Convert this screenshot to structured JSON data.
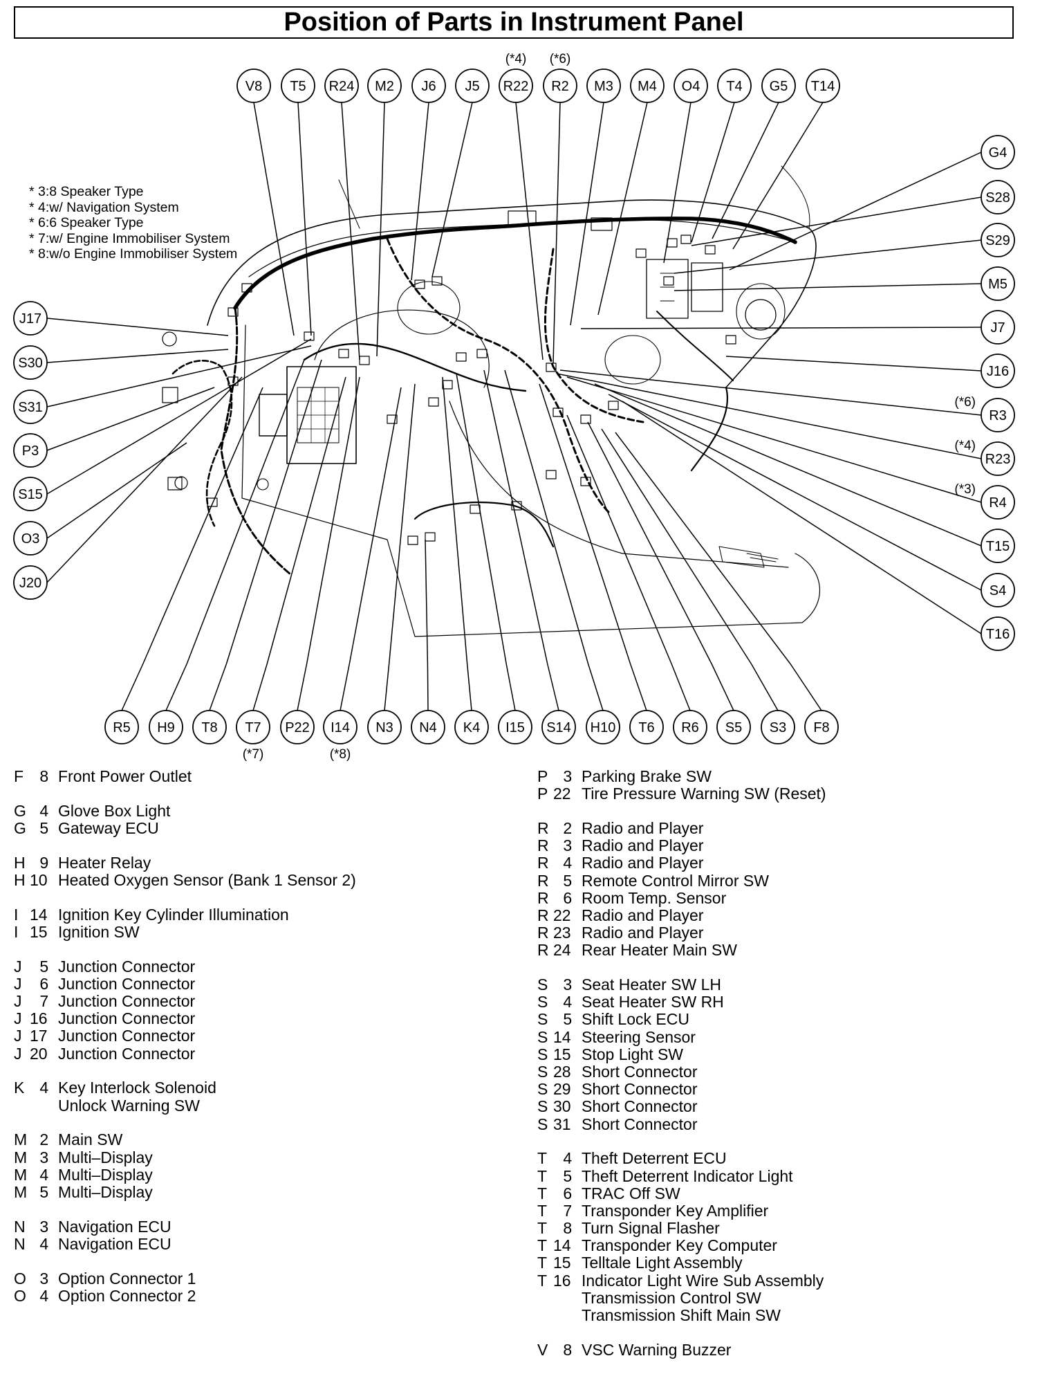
{
  "title": "Position of Parts in Instrument Panel",
  "notes": [
    "* 3:8 Speaker Type",
    "* 4:w/ Navigation System",
    "* 6:6 Speaker Type",
    "* 7:w/ Engine Immobiliser System",
    "* 8:w/o Engine Immobiliser System"
  ],
  "callouts_top": [
    {
      "code": "V8"
    },
    {
      "code": "T5"
    },
    {
      "code": "R24"
    },
    {
      "code": "M2"
    },
    {
      "code": "J6"
    },
    {
      "code": "J5"
    },
    {
      "code": "R22",
      "note": "(*4)"
    },
    {
      "code": "R2",
      "note": "(*6)"
    },
    {
      "code": "M3"
    },
    {
      "code": "M4"
    },
    {
      "code": "O4"
    },
    {
      "code": "T4"
    },
    {
      "code": "G5"
    },
    {
      "code": "T14"
    }
  ],
  "callouts_left": [
    {
      "code": "J17"
    },
    {
      "code": "S30"
    },
    {
      "code": "S31"
    },
    {
      "code": "P3"
    },
    {
      "code": "S15"
    },
    {
      "code": "O3"
    },
    {
      "code": "J20"
    }
  ],
  "callouts_right": [
    {
      "code": "G4"
    },
    {
      "code": "S28"
    },
    {
      "code": "S29"
    },
    {
      "code": "M5"
    },
    {
      "code": "J7"
    },
    {
      "code": "J16"
    },
    {
      "code": "R3",
      "note": "(*6)"
    },
    {
      "code": "R23",
      "note": "(*4)"
    },
    {
      "code": "R4",
      "note": "(*3)"
    },
    {
      "code": "T15"
    },
    {
      "code": "S4"
    },
    {
      "code": "T16"
    }
  ],
  "callouts_bottom": [
    {
      "code": "R5"
    },
    {
      "code": "H9"
    },
    {
      "code": "T8"
    },
    {
      "code": "T7",
      "note": "(*7)"
    },
    {
      "code": "P22"
    },
    {
      "code": "I14",
      "note": "(*8)"
    },
    {
      "code": "N3"
    },
    {
      "code": "N4"
    },
    {
      "code": "K4"
    },
    {
      "code": "I15"
    },
    {
      "code": "S14"
    },
    {
      "code": "H10"
    },
    {
      "code": "T6"
    },
    {
      "code": "R6"
    },
    {
      "code": "S5"
    },
    {
      "code": "S3"
    },
    {
      "code": "F8"
    }
  ],
  "legend_left": [
    {
      "l": "F",
      "n": "8",
      "name": "Front Power Outlet"
    },
    {
      "gap": true
    },
    {
      "l": "G",
      "n": "4",
      "name": "Glove Box Light"
    },
    {
      "l": "G",
      "n": "5",
      "name": "Gateway ECU"
    },
    {
      "gap": true
    },
    {
      "l": "H",
      "n": "9",
      "name": "Heater Relay"
    },
    {
      "l": "H",
      "n": "10",
      "name": "Heated Oxygen Sensor (Bank 1 Sensor 2)"
    },
    {
      "gap": true
    },
    {
      "l": "I",
      "n": "14",
      "name": "Ignition Key Cylinder Illumination"
    },
    {
      "l": "I",
      "n": "15",
      "name": "Ignition SW"
    },
    {
      "gap": true
    },
    {
      "l": "J",
      "n": "5",
      "name": "Junction Connector"
    },
    {
      "l": "J",
      "n": "6",
      "name": "Junction Connector"
    },
    {
      "l": "J",
      "n": "7",
      "name": "Junction Connector"
    },
    {
      "l": "J",
      "n": "16",
      "name": "Junction Connector"
    },
    {
      "l": "J",
      "n": "17",
      "name": "Junction Connector"
    },
    {
      "l": "J",
      "n": "20",
      "name": "Junction Connector"
    },
    {
      "gap": true
    },
    {
      "l": "K",
      "n": "4",
      "name": "Key Interlock Solenoid"
    },
    {
      "l": "",
      "n": "",
      "name": "Unlock Warning SW"
    },
    {
      "gap": true
    },
    {
      "l": "M",
      "n": "2",
      "name": "Main SW"
    },
    {
      "l": "M",
      "n": "3",
      "name": "Multi–Display"
    },
    {
      "l": "M",
      "n": "4",
      "name": "Multi–Display"
    },
    {
      "l": "M",
      "n": "5",
      "name": "Multi–Display"
    },
    {
      "gap": true
    },
    {
      "l": "N",
      "n": "3",
      "name": "Navigation ECU"
    },
    {
      "l": "N",
      "n": "4",
      "name": "Navigation ECU"
    },
    {
      "gap": true
    },
    {
      "l": "O",
      "n": "3",
      "name": "Option Connector 1"
    },
    {
      "l": "O",
      "n": "4",
      "name": "Option Connector 2"
    }
  ],
  "legend_right": [
    {
      "l": "P",
      "n": "3",
      "name": "Parking Brake SW"
    },
    {
      "l": "P",
      "n": "22",
      "name": "Tire Pressure Warning SW (Reset)"
    },
    {
      "gap": true
    },
    {
      "l": "R",
      "n": "2",
      "name": "Radio and Player"
    },
    {
      "l": "R",
      "n": "3",
      "name": "Radio and Player"
    },
    {
      "l": "R",
      "n": "4",
      "name": "Radio and Player"
    },
    {
      "l": "R",
      "n": "5",
      "name": "Remote Control Mirror SW"
    },
    {
      "l": "R",
      "n": "6",
      "name": "Room Temp. Sensor"
    },
    {
      "l": "R",
      "n": "22",
      "name": "Radio and Player"
    },
    {
      "l": "R",
      "n": "23",
      "name": "Radio and Player"
    },
    {
      "l": "R",
      "n": "24",
      "name": "Rear Heater Main SW"
    },
    {
      "gap": true
    },
    {
      "l": "S",
      "n": "3",
      "name": "Seat Heater SW LH"
    },
    {
      "l": "S",
      "n": "4",
      "name": "Seat Heater SW RH"
    },
    {
      "l": "S",
      "n": "5",
      "name": "Shift Lock ECU"
    },
    {
      "l": "S",
      "n": "14",
      "name": "Steering Sensor"
    },
    {
      "l": "S",
      "n": "15",
      "name": "Stop Light SW"
    },
    {
      "l": "S",
      "n": "28",
      "name": "Short Connector"
    },
    {
      "l": "S",
      "n": "29",
      "name": "Short Connector"
    },
    {
      "l": "S",
      "n": "30",
      "name": "Short Connector"
    },
    {
      "l": "S",
      "n": "31",
      "name": "Short Connector"
    },
    {
      "gap": true
    },
    {
      "l": "T",
      "n": "4",
      "name": "Theft Deterrent ECU"
    },
    {
      "l": "T",
      "n": "5",
      "name": "Theft Deterrent Indicator Light"
    },
    {
      "l": "T",
      "n": "6",
      "name": "TRAC Off SW"
    },
    {
      "l": "T",
      "n": "7",
      "name": "Transponder Key Amplifier"
    },
    {
      "l": "T",
      "n": "8",
      "name": "Turn Signal Flasher"
    },
    {
      "l": "T",
      "n": "14",
      "name": "Transponder Key Computer"
    },
    {
      "l": "T",
      "n": "15",
      "name": "Telltale Light Assembly"
    },
    {
      "l": "T",
      "n": "16",
      "name": "Indicator Light Wire Sub Assembly"
    },
    {
      "l": "",
      "n": "",
      "name": "Transmission Control SW"
    },
    {
      "l": "",
      "n": "",
      "name": "Transmission Shift Main SW"
    },
    {
      "gap": true
    },
    {
      "l": "V",
      "n": "8",
      "name": "VSC Warning Buzzer"
    }
  ]
}
